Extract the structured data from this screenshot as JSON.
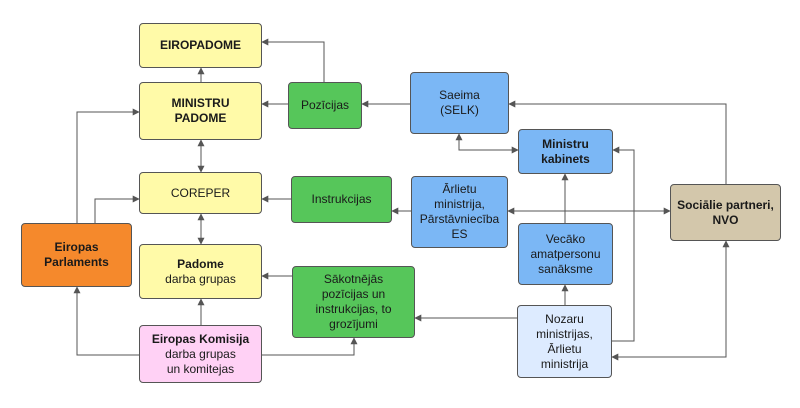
{
  "colors": {
    "yellow": "#FFFAA8",
    "green": "#56C65A",
    "blue": "#7BB7F5",
    "orange": "#F5892C",
    "pink": "#FFD1F5",
    "lightblue": "#DDEBFF",
    "tan": "#D3C7AB",
    "line": "#555555"
  },
  "nodes": {
    "eiropadome": {
      "line1": "EIROPADOME"
    },
    "ministru_padome": {
      "line1": "MINISTRU",
      "line2": "PADOME"
    },
    "coreper": {
      "line1": "COREPER"
    },
    "padome_darba_grupas": {
      "line1": "Padome",
      "line2": "darba grupas"
    },
    "eiropas_komisija": {
      "line1": "Eiropas Komisija",
      "line2": "darba grupas",
      "line3": "un komitejas"
    },
    "eiropas_parlaments": {
      "line1": "Eiropas",
      "line2": "Parlaments"
    },
    "pozicijas": {
      "line1": "Pozīcijas"
    },
    "instrukcijas": {
      "line1": "Instrukcijas"
    },
    "sakotnejas": {
      "line1": "Sākotnējās",
      "line2": "pozīcijas un",
      "line3": "instrukcijas, to",
      "line4": "grozījumi"
    },
    "saeima": {
      "line1": "Saeima",
      "line2": "(SELK)"
    },
    "arlietu_parstavnieciba": {
      "line1": "Ārlietu",
      "line2": "ministrija,",
      "line3": "Pārstāvniecība",
      "line4": "ES"
    },
    "ministru_kabinets": {
      "line1": "Ministru",
      "line2": "kabinets"
    },
    "vecako_sanaksme": {
      "line1": "Vecāko",
      "line2": "amatpersonu",
      "line3": "sanāksme"
    },
    "nozaru_ministrijas": {
      "line1": "Nozaru",
      "line2": "ministrijas,",
      "line3": "Ārlietu",
      "line4": "ministrija"
    },
    "socialie_partneri": {
      "line1": "Sociālie partneri,",
      "line2": "NVO"
    }
  }
}
